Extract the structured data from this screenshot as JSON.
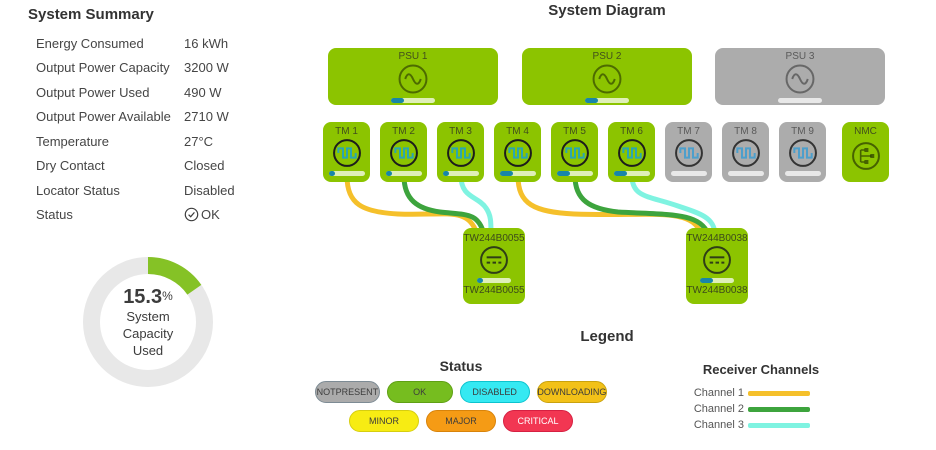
{
  "summary": {
    "title": "System Summary",
    "rows": [
      {
        "label": "Energy Consumed",
        "value": "16 kWh"
      },
      {
        "label": "Output Power Capacity",
        "value": "3200 W"
      },
      {
        "label": "Output Power Used",
        "value": "490 W"
      },
      {
        "label": "Output Power Available",
        "value": "2710 W"
      },
      {
        "label": "Temperature",
        "value": "27°C"
      },
      {
        "label": "Dry Contact",
        "value": "Closed"
      },
      {
        "label": "Locator Status",
        "value": "Disabled"
      }
    ],
    "status_row": {
      "label": "Status",
      "value": "OK",
      "icon": "check-circle-icon"
    }
  },
  "gauge": {
    "percent": "15.3",
    "percent_symbol": "%",
    "line1": "System",
    "line2": "Capacity",
    "line3": "Used",
    "used_fraction": 0.153,
    "arc_color": "#85c226",
    "track_color": "#e8e8e8"
  },
  "diagram": {
    "title": "System Diagram",
    "psus": [
      {
        "label": "PSU 1",
        "state": "ok"
      },
      {
        "label": "PSU 2",
        "state": "ok"
      },
      {
        "label": "PSU 3",
        "state": "notpresent"
      }
    ],
    "tms": [
      {
        "label": "TM 1",
        "state": "ok"
      },
      {
        "label": "TM 2",
        "state": "ok"
      },
      {
        "label": "TM 3",
        "state": "ok"
      },
      {
        "label": "TM 4",
        "state": "ok"
      },
      {
        "label": "TM 5",
        "state": "ok"
      },
      {
        "label": "TM 6",
        "state": "ok"
      },
      {
        "label": "TM 7",
        "state": "notpresent"
      },
      {
        "label": "TM 8",
        "state": "notpresent"
      },
      {
        "label": "TM 9",
        "state": "notpresent"
      }
    ],
    "nmc": {
      "label": "NMC",
      "state": "ok"
    },
    "receivers": [
      {
        "label": "TW244B0055"
      },
      {
        "label": "TW244B0038"
      }
    ],
    "wires": [
      {
        "from": "TM 1",
        "to": "TW244B0055",
        "channel": 1
      },
      {
        "from": "TM 2",
        "to": "TW244B0055",
        "channel": 2
      },
      {
        "from": "TM 3",
        "to": "TW244B0055",
        "channel": 3
      },
      {
        "from": "TM 4",
        "to": "TW244B0038",
        "channel": 1
      },
      {
        "from": "TM 5",
        "to": "TW244B0038",
        "channel": 2
      },
      {
        "from": "TM 6",
        "to": "TW244B0038",
        "channel": 3
      }
    ],
    "colors": {
      "device_ok": "#8cc400",
      "device_notpresent": "#acacac",
      "progress_fill": "#1886a8"
    }
  },
  "legend": {
    "title": "Legend",
    "status_title": "Status",
    "pills": [
      {
        "label": "NOTPRESENT",
        "fill": "#ababab",
        "border": "#7d8b94"
      },
      {
        "label": "OK",
        "fill": "#76bd1f",
        "border": "#5fa014"
      },
      {
        "label": "DISABLED",
        "fill": "#35e9f2",
        "border": "#0cc3ce"
      },
      {
        "label": "DOWNLOADING",
        "fill": "#f2c118",
        "border": "#c9a20e"
      },
      {
        "label": "MINOR",
        "fill": "#f7ec13",
        "border": "#d6ce10"
      },
      {
        "label": "MAJOR",
        "fill": "#f59b15",
        "border": "#d8830a"
      },
      {
        "label": "CRITICAL",
        "fill": "#f23652",
        "border": "#d62042"
      }
    ],
    "channels_title": "Receiver Channels",
    "channels": [
      {
        "label": "Channel 1",
        "color": "#f5c02b"
      },
      {
        "label": "Channel 2",
        "color": "#3da43d"
      },
      {
        "label": "Channel 3",
        "color": "#7ff3e1"
      }
    ]
  }
}
